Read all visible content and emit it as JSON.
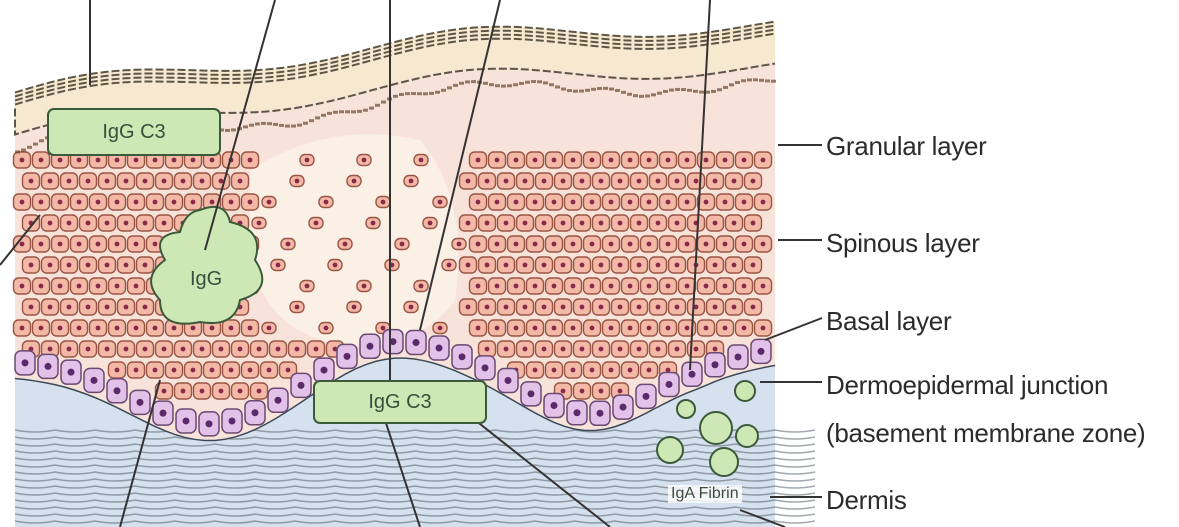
{
  "labels": {
    "granular": "Granular layer",
    "spinous": "Spinous layer",
    "basal": "Basal layer",
    "dej_line1": "Dermoepidermal junction",
    "dej_line2": "(basement membrane zone)",
    "dermis": "Dermis"
  },
  "deposits": {
    "upper_tag": "IgG C3",
    "lower_tag": "IgG C3",
    "blob": "IgG",
    "dermal": "IgA Fibrin"
  },
  "colors": {
    "keratinocyte": "#f3b8a6",
    "keratinocyte_border": "#9a5545",
    "basal_cell": "#e3c2ea",
    "dermis": "#d5e1ee",
    "stratum_corneum": "#f7e9cf",
    "deposit": "#cde8b5"
  }
}
